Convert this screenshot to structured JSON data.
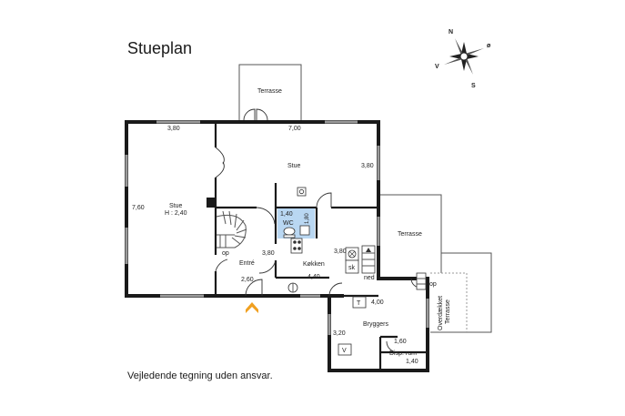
{
  "title": "Stueplan",
  "disclaimer": "Vejledende tegning uden ansvar.",
  "compass": {
    "n": "N",
    "o": "ø",
    "s": "S",
    "v": "V"
  },
  "rooms": {
    "terrasse_top": "Terrasse",
    "terrasse_right": "Terrasse",
    "overdaekket_1": "Overdækket",
    "overdaekket_2": "Terrasse",
    "stue_left": "Stue",
    "stue_left_h": "H : 2,40",
    "stue_main": "Stue",
    "wc": "WC",
    "entre": "Entré",
    "kokken": "Køkken",
    "bryggers": "Bryggers",
    "disp_rum": "Disp. rum"
  },
  "dims": {
    "d_380_top": "3,80",
    "d_700": "7,00",
    "d_380_stue": "3,80",
    "d_760": "7,60",
    "d_140_wc": "1,40",
    "d_180_wc": "1,80",
    "d_380_entre": "3,80",
    "d_380_kok": "3,80",
    "d_440": "4,40",
    "d_260": "2,60",
    "d_400": "4,00",
    "d_320": "3,20",
    "d_160": "1,60",
    "d_140_disp": "1,40"
  },
  "labels": {
    "op_stairs": "op",
    "op_terrace": "op",
    "ned": "ned",
    "sk": "sk",
    "t": "T",
    "v": "V"
  },
  "colors": {
    "wc_fill": "#b9d7f2",
    "entry_arrow": "#f0a020"
  }
}
